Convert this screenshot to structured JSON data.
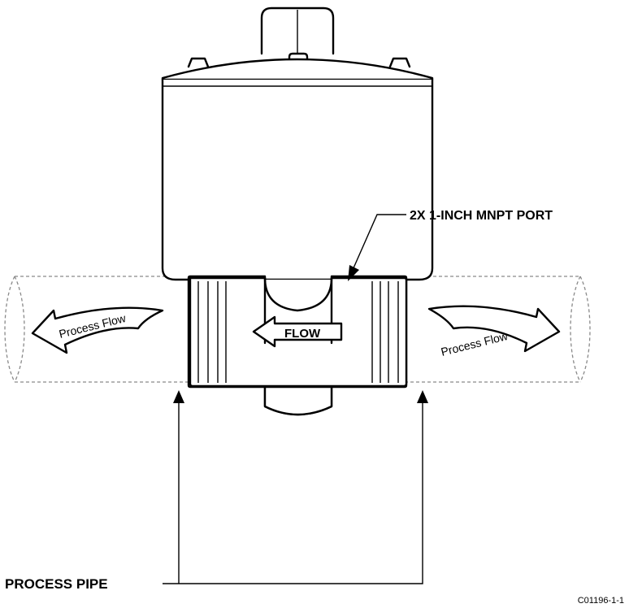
{
  "labels": {
    "port": "2X 1-INCH MNPT PORT",
    "flow": "FLOW",
    "process_flow_left": "Process Flow",
    "process_flow_right": "Process Flow",
    "process_pipe": "PROCESS PIPE",
    "figure_code": "C01196-1-1"
  }
}
